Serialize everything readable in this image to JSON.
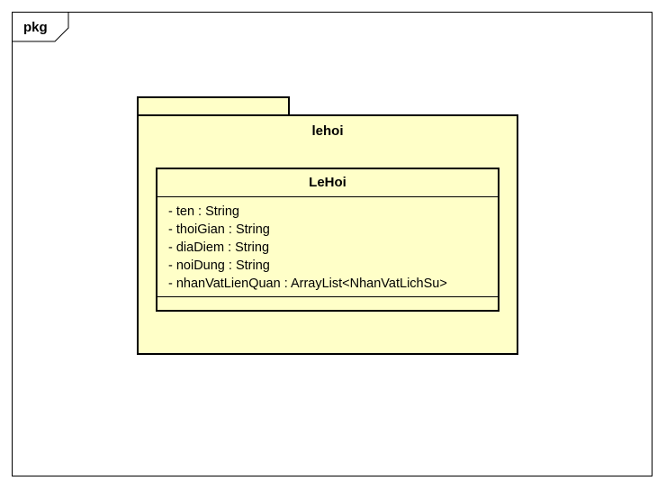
{
  "diagram": {
    "frame_label": "pkg",
    "package": {
      "name": "lehoi",
      "class": {
        "name": "LeHoi",
        "attributes": [
          "- ten : String",
          "- thoiGian : String",
          "- diaDiem : String",
          "- noiDung : String",
          "- nhanVatLienQuan : ArrayList<NhanVatLichSu>"
        ],
        "operations": []
      }
    },
    "colors": {
      "fill": "#ffffc8",
      "stroke": "#000000",
      "background": "#ffffff"
    }
  }
}
